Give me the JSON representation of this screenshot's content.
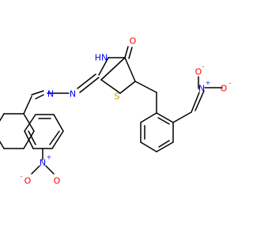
{
  "molecule": {
    "atoms": [
      {
        "id": "O_top_nitro",
        "symbol": "O",
        "charge": "-",
        "color": "#ff0000"
      },
      {
        "id": "N_right_nitro",
        "symbol": "N",
        "charge": "+",
        "color": "#0000ff"
      },
      {
        "id": "O_right_nitro_minus",
        "symbol": "O",
        "charge": "-",
        "color": "#ff0000"
      },
      {
        "id": "O_carbonyl",
        "symbol": "O",
        "charge": "",
        "color": "#ff0000"
      },
      {
        "id": "NH_ring",
        "symbol": "HN",
        "charge": "",
        "color": "#0000ff"
      },
      {
        "id": "N_hydrazone_1",
        "symbol": "N",
        "charge": "",
        "color": "#0000ff"
      },
      {
        "id": "N_hydrazone_2",
        "symbol": "N",
        "charge": "",
        "color": "#0000ff"
      },
      {
        "id": "S_ring",
        "symbol": "S",
        "charge": "",
        "color": "#c8a000"
      },
      {
        "id": "N_bottom_nitro",
        "symbol": "N",
        "charge": "+",
        "color": "#0000ff"
      },
      {
        "id": "O_bottom_left",
        "symbol": "O",
        "charge": "-",
        "color": "#ff0000"
      },
      {
        "id": "O_bottom_right",
        "symbol": "O",
        "charge": "",
        "color": "#ff0000"
      }
    ]
  }
}
